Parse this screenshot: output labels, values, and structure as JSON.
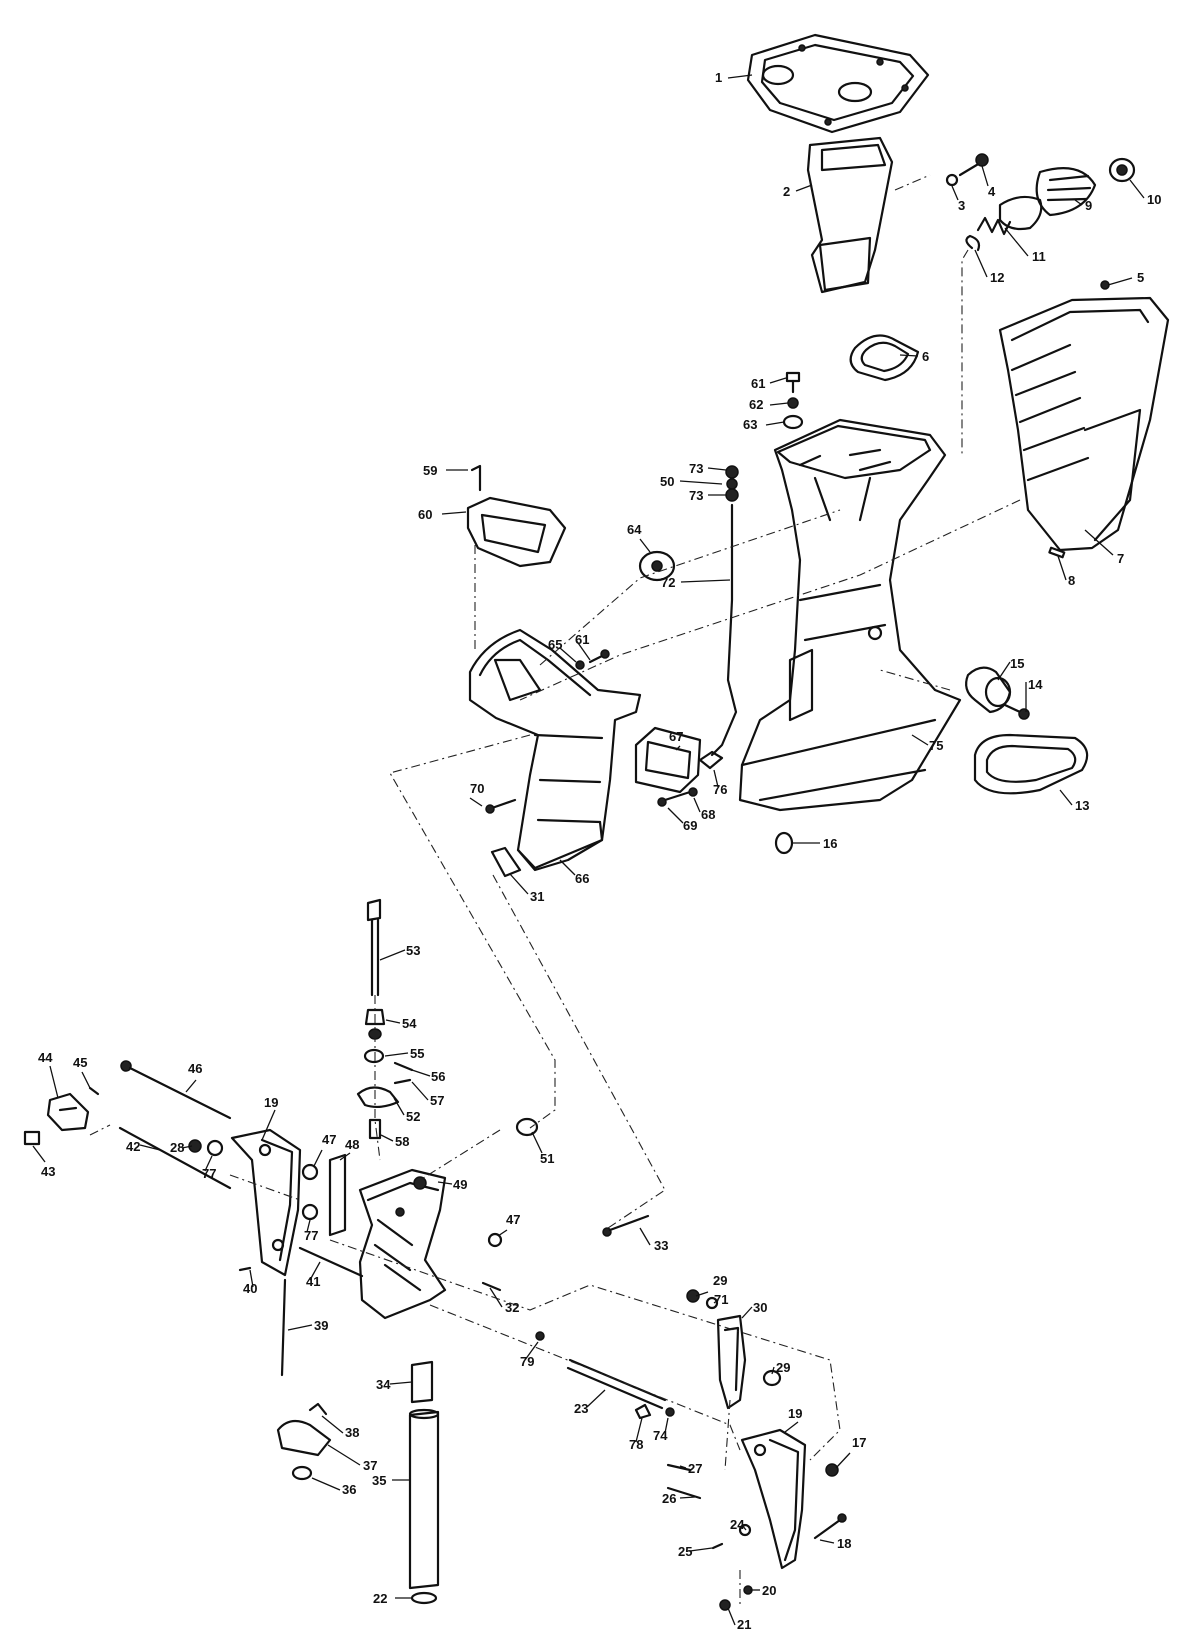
{
  "callouts": [
    {
      "id": "1",
      "text": "1"
    },
    {
      "id": "2",
      "text": "2"
    },
    {
      "id": "3",
      "text": "3"
    },
    {
      "id": "4",
      "text": "4"
    },
    {
      "id": "5",
      "text": "5"
    },
    {
      "id": "6",
      "text": "6"
    },
    {
      "id": "7",
      "text": "7"
    },
    {
      "id": "8",
      "text": "8"
    },
    {
      "id": "9",
      "text": "9"
    },
    {
      "id": "10",
      "text": "10"
    },
    {
      "id": "11",
      "text": "11"
    },
    {
      "id": "12",
      "text": "12"
    },
    {
      "id": "13",
      "text": "13"
    },
    {
      "id": "14",
      "text": "14"
    },
    {
      "id": "15",
      "text": "15"
    },
    {
      "id": "16",
      "text": "16"
    },
    {
      "id": "17",
      "text": "17"
    },
    {
      "id": "18",
      "text": "18"
    },
    {
      "id": "19a",
      "text": "19"
    },
    {
      "id": "19b",
      "text": "19"
    },
    {
      "id": "20",
      "text": "20"
    },
    {
      "id": "21",
      "text": "21"
    },
    {
      "id": "22",
      "text": "22"
    },
    {
      "id": "23",
      "text": "23"
    },
    {
      "id": "24",
      "text": "24"
    },
    {
      "id": "25",
      "text": "25"
    },
    {
      "id": "26",
      "text": "26"
    },
    {
      "id": "27",
      "text": "27"
    },
    {
      "id": "28",
      "text": "28"
    },
    {
      "id": "29a",
      "text": "29"
    },
    {
      "id": "29b",
      "text": "29"
    },
    {
      "id": "30",
      "text": "30"
    },
    {
      "id": "31",
      "text": "31"
    },
    {
      "id": "32",
      "text": "32"
    },
    {
      "id": "33",
      "text": "33"
    },
    {
      "id": "34",
      "text": "34"
    },
    {
      "id": "35",
      "text": "35"
    },
    {
      "id": "36",
      "text": "36"
    },
    {
      "id": "37",
      "text": "37"
    },
    {
      "id": "38",
      "text": "38"
    },
    {
      "id": "39",
      "text": "39"
    },
    {
      "id": "40",
      "text": "40"
    },
    {
      "id": "41",
      "text": "41"
    },
    {
      "id": "42",
      "text": "42"
    },
    {
      "id": "43",
      "text": "43"
    },
    {
      "id": "44",
      "text": "44"
    },
    {
      "id": "45",
      "text": "45"
    },
    {
      "id": "46",
      "text": "46"
    },
    {
      "id": "47a",
      "text": "47"
    },
    {
      "id": "47b",
      "text": "47"
    },
    {
      "id": "48",
      "text": "48"
    },
    {
      "id": "49",
      "text": "49"
    },
    {
      "id": "50",
      "text": "50"
    },
    {
      "id": "51",
      "text": "51"
    },
    {
      "id": "52",
      "text": "52"
    },
    {
      "id": "53",
      "text": "53"
    },
    {
      "id": "54",
      "text": "54"
    },
    {
      "id": "55",
      "text": "55"
    },
    {
      "id": "56",
      "text": "56"
    },
    {
      "id": "57",
      "text": "57"
    },
    {
      "id": "58",
      "text": "58"
    },
    {
      "id": "59",
      "text": "59"
    },
    {
      "id": "60",
      "text": "60"
    },
    {
      "id": "61a",
      "text": "61"
    },
    {
      "id": "61b",
      "text": "61"
    },
    {
      "id": "62",
      "text": "62"
    },
    {
      "id": "63",
      "text": "63"
    },
    {
      "id": "64",
      "text": "64"
    },
    {
      "id": "65",
      "text": "65"
    },
    {
      "id": "66",
      "text": "66"
    },
    {
      "id": "67",
      "text": "67"
    },
    {
      "id": "68",
      "text": "68"
    },
    {
      "id": "69",
      "text": "69"
    },
    {
      "id": "70",
      "text": "70"
    },
    {
      "id": "71",
      "text": "71"
    },
    {
      "id": "72",
      "text": "72"
    },
    {
      "id": "73a",
      "text": "73"
    },
    {
      "id": "73b",
      "text": "73"
    },
    {
      "id": "74",
      "text": "74"
    },
    {
      "id": "75",
      "text": "75"
    },
    {
      "id": "76",
      "text": "76"
    },
    {
      "id": "77a",
      "text": "77"
    },
    {
      "id": "77b",
      "text": "77"
    },
    {
      "id": "78",
      "text": "78"
    },
    {
      "id": "79",
      "text": "79"
    }
  ]
}
